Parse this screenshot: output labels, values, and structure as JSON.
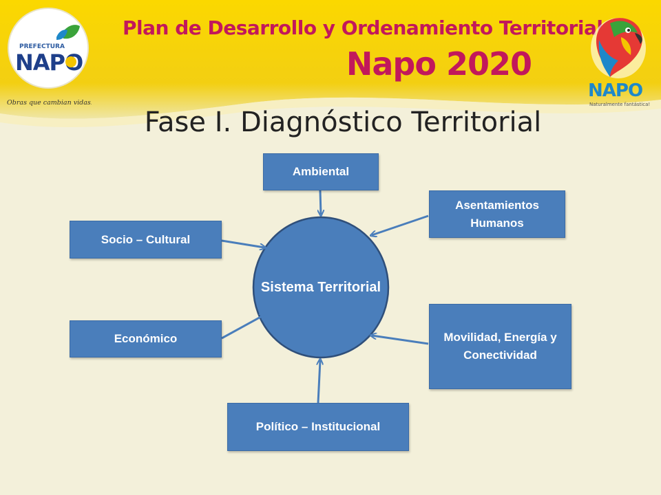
{
  "header": {
    "line1": "Plan de Desarrollo y Ordenamiento Territorial",
    "line2": "Napo 2020"
  },
  "logo_left": {
    "prefix": "PREFECTURA",
    "name": "NAPO",
    "slogan": "Obras que cambian vidas!"
  },
  "logo_right": {
    "name": "NAPO",
    "slogan": "Naturalmente fantástica!"
  },
  "title": "Fase I. Diagnóstico Territorial",
  "diagram": {
    "center": "Sistema Territorial",
    "nodes": [
      {
        "id": "ambiental",
        "label": "Ambiental"
      },
      {
        "id": "asentamientos",
        "label": "Asentamientos Humanos"
      },
      {
        "id": "socio-cultural",
        "label": "Socio – Cultural"
      },
      {
        "id": "economico",
        "label": "Económico"
      },
      {
        "id": "movilidad",
        "label": "Movilidad, Energía y Conectividad"
      },
      {
        "id": "politico",
        "label": "Político – Institucional"
      }
    ],
    "colors": {
      "box": "#4a7ebb",
      "ellipse": "#4a7ebb",
      "border": "#2f4f7a",
      "arrow": "#4a7ebb"
    }
  }
}
